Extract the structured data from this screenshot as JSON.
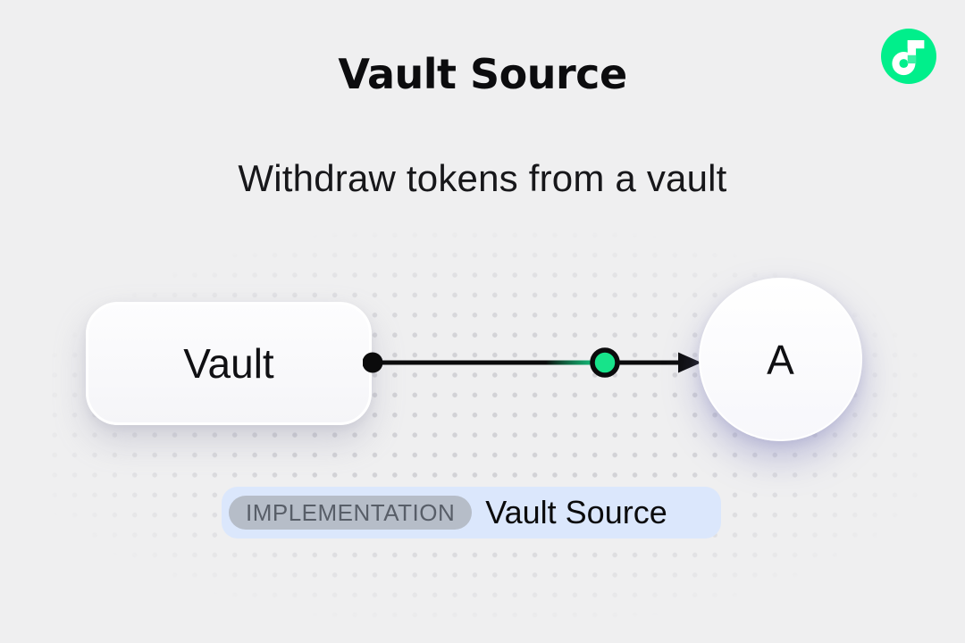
{
  "header": {
    "title": "Vault Source",
    "subtitle": "Withdraw tokens from a vault"
  },
  "logo": {
    "name": "flow-logo",
    "circle_color": "#00EF8B",
    "glyph_color": "#ffffff",
    "notch_color": "#3CF0A5"
  },
  "diagram": {
    "nodes": [
      {
        "id": "vault",
        "label": "Vault",
        "shape": "rounded-rect"
      },
      {
        "id": "account",
        "label": "A",
        "shape": "circle"
      }
    ],
    "edge": {
      "type": "arrow",
      "from": "vault",
      "to": "account",
      "marker_fill": "#17E38A",
      "line_color": "#0b0b0c"
    }
  },
  "footer_badge": {
    "tag": "IMPLEMENTATION",
    "label": "Vault Source"
  },
  "colors": {
    "background": "#efeff0",
    "dot_grid": "#d2d2d6",
    "accent_green": "#00EF8B",
    "badge_bg": "#dbe7fc",
    "tag_bg": "#b6bdc8",
    "tag_text": "#585e68"
  }
}
